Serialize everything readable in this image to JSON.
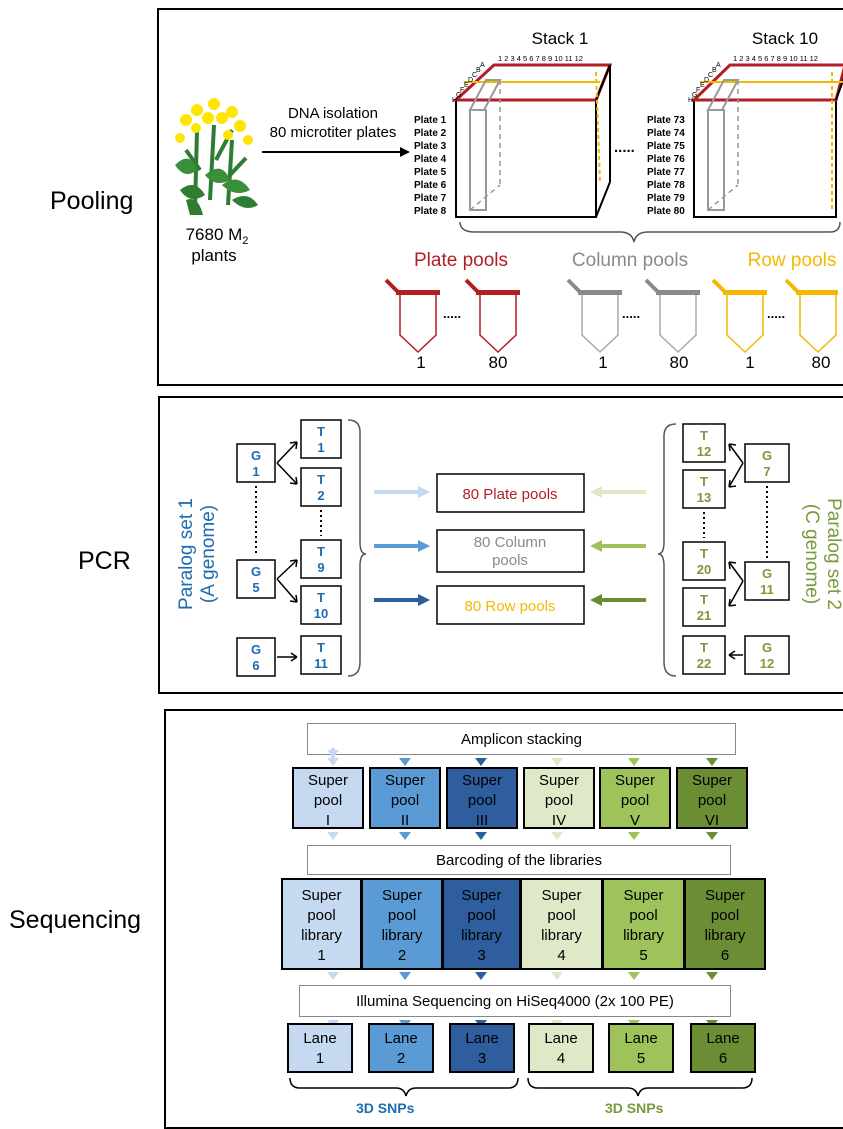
{
  "sections": {
    "pooling": "Pooling",
    "pcr": "PCR",
    "sequencing": "Sequencing"
  },
  "pooling": {
    "plant_count": "7680 M",
    "plant_sub": "2",
    "plant_word": "plants",
    "arrow_line1": "DNA isolation",
    "arrow_line2": "80 microtiter plates",
    "stack1_title": "Stack 1",
    "stack10_title": "Stack 10",
    "column_numbers": "1 2 3 4 5 6 7 8 9 10 11 12",
    "row_letters": [
      "A",
      "B",
      "C",
      "D",
      "E",
      "F",
      "G",
      "H"
    ],
    "stack1_plates": [
      "Plate 1",
      "Plate 2",
      "Plate 3",
      "Plate 4",
      "Plate 5",
      "Plate 6",
      "Plate 7",
      "Plate 8"
    ],
    "stack10_plates": [
      "Plate 73",
      "Plate 74",
      "Plate 75",
      "Plate 76",
      "Plate 77",
      "Plate 78",
      "Plate 79",
      "Plate 80"
    ],
    "dots": ".....",
    "pools": [
      {
        "label": "Plate pools",
        "first": "1",
        "last": "80",
        "color": "#b11f24"
      },
      {
        "label": "Column pools",
        "first": "1",
        "last": "80",
        "color": "#8a8a8a"
      },
      {
        "label": "Row pools",
        "first": "1",
        "last": "80",
        "color": "#f5b800"
      }
    ]
  },
  "pcr": {
    "left_set_line1": "Paralog set 1",
    "left_set_line2": "(A genome)",
    "right_set_line1": "Paralog set 2",
    "right_set_line2": "(C genome)",
    "left_genes": [
      {
        "l": "G",
        "n": "1"
      },
      {
        "l": "G",
        "n": "5"
      },
      {
        "l": "G",
        "n": "6"
      }
    ],
    "left_targets": [
      {
        "l": "T",
        "n": "1"
      },
      {
        "l": "T",
        "n": "2"
      },
      {
        "l": "T",
        "n": "9"
      },
      {
        "l": "T",
        "n": "10"
      },
      {
        "l": "T",
        "n": "11"
      }
    ],
    "right_genes": [
      {
        "l": "G",
        "n": "7"
      },
      {
        "l": "G",
        "n": "11"
      },
      {
        "l": "G",
        "n": "12"
      }
    ],
    "right_targets": [
      {
        "l": "T",
        "n": "12"
      },
      {
        "l": "T",
        "n": "13"
      },
      {
        "l": "T",
        "n": "20"
      },
      {
        "l": "T",
        "n": "21"
      },
      {
        "l": "T",
        "n": "22"
      }
    ],
    "pool_boxes": [
      "80 Plate pools",
      "80 Column",
      "pools",
      "80 Row pools"
    ],
    "colors": {
      "blue": "#1f6bb0",
      "green": "#7a9a3c",
      "plate": "#b11f24",
      "column": "#8a8a8a",
      "row": "#f5b800"
    }
  },
  "sequencing": {
    "amplicon": "Amplicon stacking",
    "barcoding": "Barcoding of the libraries",
    "illumina": "Illumina Sequencing on HiSeq4000 (2x 100 PE)",
    "superpools": [
      {
        "l1": "Super",
        "l2": "pool",
        "l3": "I",
        "color": "#c5d9f0"
      },
      {
        "l1": "Super",
        "l2": "pool",
        "l3": "II",
        "color": "#5b9bd5"
      },
      {
        "l1": "Super",
        "l2": "pool",
        "l3": "III",
        "color": "#2e5e9e"
      },
      {
        "l1": "Super",
        "l2": "pool",
        "l3": "IV",
        "color": "#dfe9c8"
      },
      {
        "l1": "Super",
        "l2": "pool",
        "l3": "V",
        "color": "#9dc35a"
      },
      {
        "l1": "Super",
        "l2": "pool",
        "l3": "VI",
        "color": "#6b8e35"
      }
    ],
    "libraries": [
      {
        "l1": "Super",
        "l2": "pool",
        "l3": "library",
        "l4": "1"
      },
      {
        "l1": "Super",
        "l2": "pool",
        "l3": "library",
        "l4": "2"
      },
      {
        "l1": "Super",
        "l2": "pool",
        "l3": "library",
        "l4": "3"
      },
      {
        "l1": "Super",
        "l2": "pool",
        "l3": "library",
        "l4": "4"
      },
      {
        "l1": "Super",
        "l2": "pool",
        "l3": "library",
        "l4": "5"
      },
      {
        "l1": "Super",
        "l2": "pool",
        "l3": "library",
        "l4": "6"
      }
    ],
    "lanes": [
      {
        "l1": "Lane",
        "l2": "1"
      },
      {
        "l1": "Lane",
        "l2": "2"
      },
      {
        "l1": "Lane",
        "l2": "3"
      },
      {
        "l1": "Lane",
        "l2": "4"
      },
      {
        "l1": "Lane",
        "l2": "5"
      },
      {
        "l1": "Lane",
        "l2": "6"
      }
    ],
    "snp_left": "3D SNPs",
    "snp_right": "3D SNPs"
  }
}
